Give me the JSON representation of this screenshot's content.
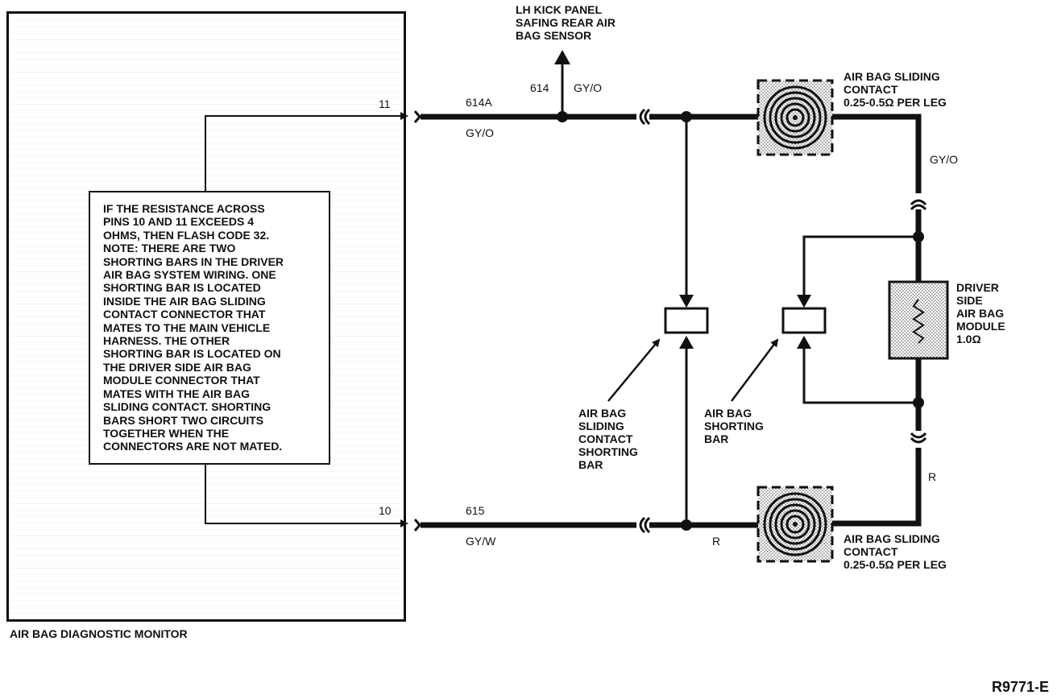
{
  "monitor": {
    "title": "AIR BAG DIAGNOSTIC MONITOR",
    "pin_top": "11",
    "pin_bottom": "10"
  },
  "note": {
    "text": "IF THE RESISTANCE ACROSS\nPINS 10 AND 11 EXCEEDS 4\nOHMS, THEN FLASH CODE 32.\nNOTE: THERE ARE TWO\nSHORTING BARS IN THE DRIVER\nAIR BAG SYSTEM WIRING. ONE\nSHORTING BAR IS LOCATED\nINSIDE THE AIR BAG SLIDING\nCONTACT CONNECTOR THAT\nMATES TO THE MAIN VEHICLE\nHARNESS. THE OTHER\nSHORTING BAR IS LOCATED ON\nTHE DRIVER SIDE AIR BAG\nMODULE CONNECTOR THAT\nMATES WITH THE AIR BAG\nSLIDING CONTACT. SHORTING\nBARS SHORT TWO CIRCUITS\nTOGETHER WHEN THE\nCONNECTORS ARE NOT MATED."
  },
  "wires": {
    "top_circuit": "614A",
    "top_color": "GY/O",
    "branch_circuit": "614",
    "branch_color": "GY/O",
    "bottom_circuit": "615",
    "bottom_color": "GY/W",
    "bottom_right_color": "R",
    "right_upper_color": "GY/O",
    "right_lower_color": "R"
  },
  "components": {
    "sensor": "LH KICK PANEL\nSAFING REAR AIR\nBAG SENSOR",
    "sliding_contact_top": "AIR BAG SLIDING\nCONTACT\n0.25-0.5Ω PER LEG",
    "sliding_contact_bottom": "AIR BAG SLIDING\nCONTACT\n0.25-0.5Ω PER LEG",
    "module": "DRIVER\nSIDE\nAIR BAG\nMODULE\n1.0Ω",
    "sliding_shorting_bar": "AIR BAG\nSLIDING\nCONTACT\nSHORTING\nBAR",
    "shorting_bar": "AIR BAG\nSHORTING\nBAR"
  },
  "figure_id": "R9771-E"
}
